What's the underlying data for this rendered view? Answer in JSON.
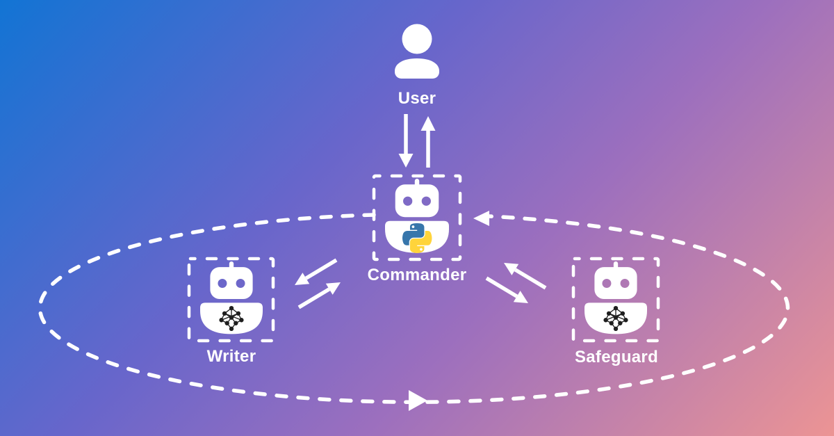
{
  "diagram": {
    "user": {
      "label": "User"
    },
    "agents": [
      {
        "id": "commander",
        "label": "Commander",
        "badge_icon": "python-icon"
      },
      {
        "id": "writer",
        "label": "Writer",
        "badge_icon": "neural-network-icon"
      },
      {
        "id": "safeguard",
        "label": "Safeguard",
        "badge_icon": "neural-network-icon"
      }
    ],
    "edges": [
      {
        "from": "user",
        "to": "commander",
        "bidirectional": true,
        "style": "solid-arrows"
      },
      {
        "from": "commander",
        "to": "writer",
        "bidirectional": true,
        "style": "solid-arrows"
      },
      {
        "from": "commander",
        "to": "safeguard",
        "bidirectional": true,
        "style": "solid-arrows"
      },
      {
        "loop": [
          "commander",
          "writer",
          "safeguard"
        ],
        "style": "dashed-ellipse",
        "direction": "counterclockwise"
      }
    ]
  },
  "colors": {
    "line": "#ffffff",
    "label_text": "#ffffff",
    "python_blue": "#3776AB",
    "python_yellow": "#FFD43B",
    "neural_net_black": "#1f1f1f",
    "bg_gradient": [
      "#1274d4",
      "#6866cb",
      "#9c6fbe",
      "#c181ab",
      "#ec9494"
    ]
  }
}
